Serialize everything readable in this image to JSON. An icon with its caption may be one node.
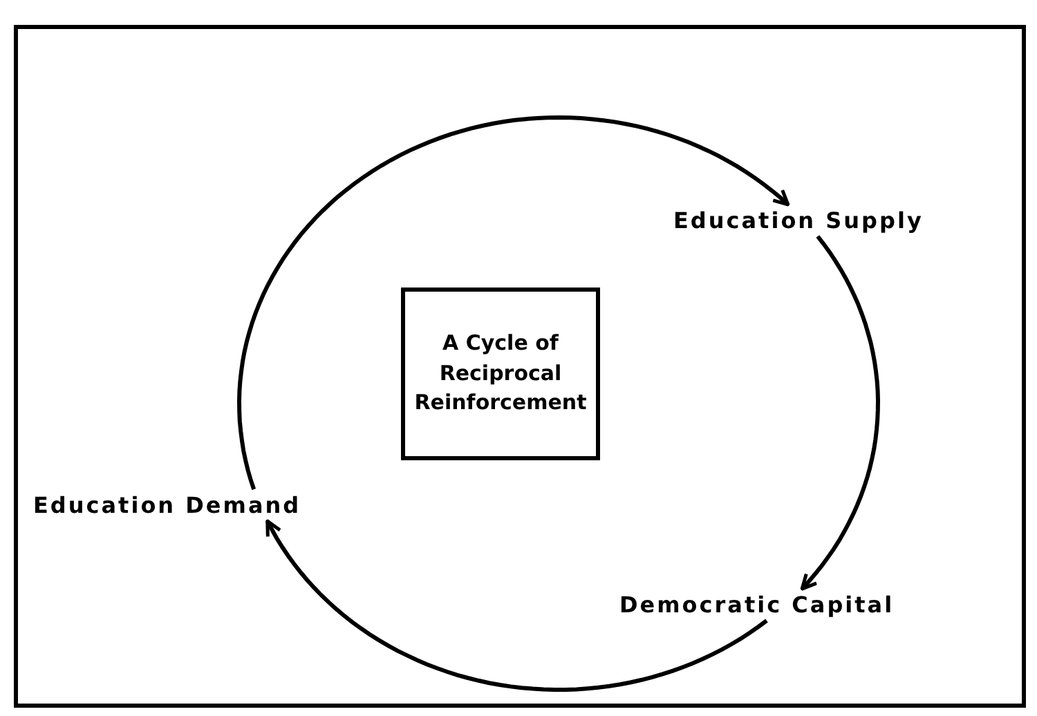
{
  "diagram": {
    "nodes": [
      {
        "text": [
          "A Cycle of Reciprocal Reinforcement"
        ]
      },
      {
        "text": [
          "Education Supply"
        ]
      },
      {
        "text": [
          "Democratic Capital"
        ]
      },
      {
        "text": [
          "Education Demand"
        ]
      }
    ],
    "edges": [
      {
        "from": 3,
        "to": 1,
        "arrow": "to"
      },
      {
        "from": 1,
        "to": 2,
        "arrow": "to"
      },
      {
        "from": 2,
        "to": 3,
        "arrow": "to"
      }
    ]
  }
}
